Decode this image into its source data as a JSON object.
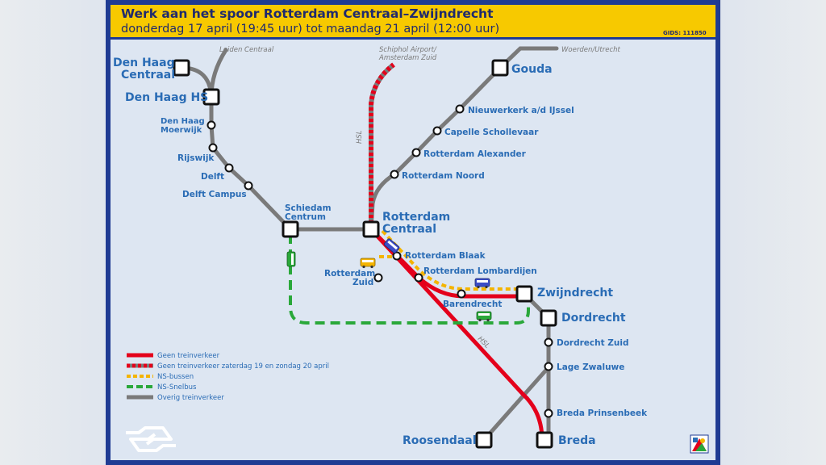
{
  "header": {
    "title": "Werk aan het spoor Rotterdam Centraal–Zwijndrecht",
    "subtitle": "donderdag 17 april (19:45 uur) tot maandag 21 april (12:00 uur)",
    "gids": "GIDS: 111850"
  },
  "stations": {
    "den_haag_centraal": [
      "Den Haag",
      "Centraal"
    ],
    "den_haag_hs": "Den Haag HS",
    "den_haag_moerwijk": [
      "Den Haag",
      "Moerwijk"
    ],
    "rijswijk": "Rijswijk",
    "delft": "Delft",
    "delft_campus": "Delft Campus",
    "schiedam_centrum": [
      "Schiedam",
      "Centrum"
    ],
    "rotterdam_centraal": [
      "Rotterdam",
      "Centraal"
    ],
    "gouda": "Gouda",
    "nieuwerkerk": "Nieuwerkerk a/d IJssel",
    "capelle": "Capelle Schollevaar",
    "rotterdam_alexander": "Rotterdam Alexander",
    "rotterdam_noord": "Rotterdam Noord",
    "rotterdam_blaak": "Rotterdam Blaak",
    "rotterdam_lombardijen": "Rotterdam Lombardijen",
    "rotterdam_zuid": [
      "Rotterdam",
      "Zuid"
    ],
    "barendrecht": "Barendrecht",
    "zwijndrecht": "Zwijndrecht",
    "dordrecht": "Dordrecht",
    "dordrecht_zuid": "Dordrecht Zuid",
    "lage_zwaluwe": "Lage Zwaluwe",
    "breda_prinsenbeek": "Breda Prinsenbeek",
    "roosendaal": "Roosendaal",
    "breda": "Breda"
  },
  "directions": {
    "leiden": "Leiden Centraal",
    "schiphol": [
      "Schiphol Airport/",
      "Amsterdam Zuid"
    ],
    "woerden": "Woerden/Utrecht",
    "hsl": "HSL"
  },
  "legend": [
    {
      "label": "Geen treinverkeer",
      "color": "#e4001b",
      "style": "solid"
    },
    {
      "label": "Geen treinverkeer zaterdag 19 en zondag 20 april",
      "color": "#e4001b",
      "style": "dotted-grey"
    },
    {
      "label": "NS-bussen",
      "color": "#f4b400",
      "style": "dashed"
    },
    {
      "label": "NS-Snelbus",
      "color": "#2aa83a",
      "style": "dashed"
    },
    {
      "label": "Overig treinverkeer",
      "color": "#7a7a7a",
      "style": "solid"
    }
  ],
  "colors": {
    "rail_grey": "#7a7a7a",
    "closed_red": "#e4001b",
    "bus_yellow": "#f4b400",
    "snelbus_green": "#2aa83a",
    "label_blue": "#2a6cb5",
    "ns_yellow": "#f7c900",
    "ns_blue": "#1f3b93"
  }
}
